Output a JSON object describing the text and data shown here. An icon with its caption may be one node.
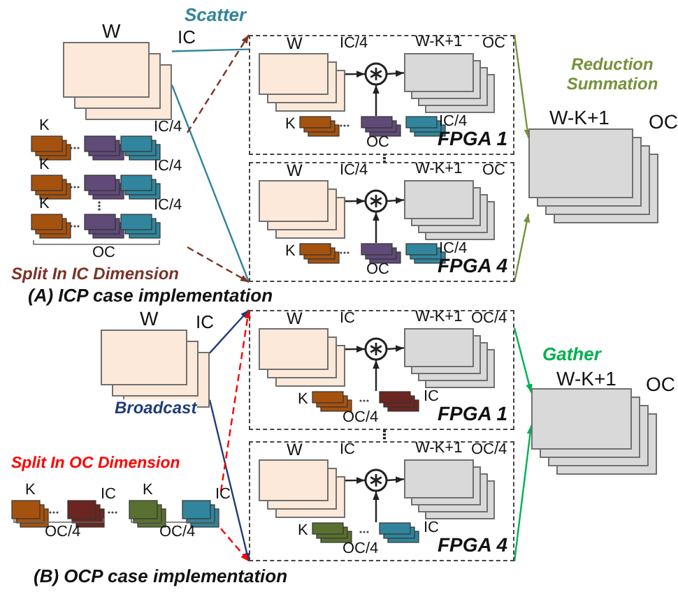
{
  "diagram": {
    "nodes": [
      {
        "text": [
          "W",
          "IC"
        ]
      },
      {
        "text": [
          "K",
          "IC/4",
          "K",
          "IC/4",
          "K",
          "IC/4",
          "OC"
        ]
      },
      {
        "text": [
          "FPGA 1"
        ]
      },
      {
        "text": [
          "W",
          "IC/4"
        ],
        "in": 2
      },
      {
        "text": [
          "K",
          "IC/4",
          "OC"
        ],
        "in": 2
      },
      {
        "text": [],
        "shape": "circle",
        "in": 2
      },
      {
        "text": [
          "W-K+1",
          "OC"
        ],
        "in": 2
      },
      {
        "text": [
          "FPGA 4"
        ]
      },
      {
        "text": [
          "W",
          "IC/4"
        ],
        "in": 7
      },
      {
        "text": [
          "K",
          "IC/4",
          "OC"
        ],
        "in": 7
      },
      {
        "text": [],
        "shape": "circle",
        "in": 7
      },
      {
        "text": [
          "W-K+1",
          "OC"
        ],
        "in": 7
      },
      {
        "text": [
          "W-K+1",
          "OC"
        ]
      },
      {
        "text": [
          "W",
          "IC"
        ]
      },
      {
        "text": [
          "K",
          "IC",
          "K",
          "IC",
          "OC/4",
          "OC/4"
        ]
      },
      {
        "text": [
          "FPGA 1"
        ]
      },
      {
        "text": [
          "W",
          "IC"
        ],
        "in": 15
      },
      {
        "text": [
          "K",
          "IC",
          "OC/4"
        ],
        "in": 15
      },
      {
        "text": [],
        "shape": "circle",
        "in": 15
      },
      {
        "text": [
          "W-K+1",
          "OC/4"
        ],
        "in": 15
      },
      {
        "text": [
          "FPGA 4"
        ]
      },
      {
        "text": [
          "W",
          "IC"
        ],
        "in": 20
      },
      {
        "text": [
          "K",
          "IC",
          "OC/4"
        ],
        "in": 20
      },
      {
        "text": [],
        "shape": "circle",
        "in": 20
      },
      {
        "text": [
          "W-K+1",
          "OC/4"
        ],
        "in": 20
      },
      {
        "text": [
          "W-K+1",
          "OC"
        ]
      }
    ],
    "edges": [
      {
        "from": 0,
        "to": 2,
        "arrow": "none",
        "label": "Scatter",
        "color": "#31849b"
      },
      {
        "from": 0,
        "to": 7,
        "arrow": "none",
        "color": "#31849b"
      },
      {
        "from": 1,
        "to": 2,
        "arrow": "to",
        "style": "dashed",
        "color": "#7b3328"
      },
      {
        "from": 1,
        "to": 7,
        "arrow": "to",
        "style": "dashed",
        "color": "#7b3328",
        "label": "Split In IC Dimension"
      },
      {
        "from": 3,
        "to": 5,
        "arrow": "to"
      },
      {
        "from": 4,
        "to": 5,
        "arrow": "to"
      },
      {
        "from": 5,
        "to": 6,
        "arrow": "to"
      },
      {
        "from": 8,
        "to": 10,
        "arrow": "to"
      },
      {
        "from": 9,
        "to": 10,
        "arrow": "to"
      },
      {
        "from": 10,
        "to": 11,
        "arrow": "to"
      },
      {
        "from": 2,
        "to": 12,
        "arrow": "to",
        "color": "#76923c",
        "label": "Reduction Summation"
      },
      {
        "from": 7,
        "to": 12,
        "arrow": "to",
        "color": "#76923c"
      },
      {
        "from": 13,
        "to": 15,
        "arrow": "to",
        "color": "#1f3d7a"
      },
      {
        "from": 13,
        "to": 20,
        "arrow": "to",
        "color": "#1f3d7a",
        "label": "Broadcast"
      },
      {
        "from": 14,
        "to": 15,
        "arrow": "to",
        "style": "dashed",
        "color": "#ff0000"
      },
      {
        "from": 14,
        "to": 20,
        "arrow": "to",
        "style": "dashed",
        "color": "#ff0000",
        "label": "Split In OC Dimension"
      },
      {
        "from": 16,
        "to": 18,
        "arrow": "to"
      },
      {
        "from": 17,
        "to": 18,
        "arrow": "to"
      },
      {
        "from": 18,
        "to": 19,
        "arrow": "to"
      },
      {
        "from": 21,
        "to": 23,
        "arrow": "to"
      },
      {
        "from": 22,
        "to": 23,
        "arrow": "to"
      },
      {
        "from": 23,
        "to": 24,
        "arrow": "to"
      },
      {
        "from": 15,
        "to": 25,
        "arrow": "to",
        "color": "#00b050",
        "label": "Gather"
      },
      {
        "from": 20,
        "to": 25,
        "arrow": "to",
        "color": "#00b050"
      }
    ],
    "labels": [
      "(A) ICP case implementation",
      "(B) OCP case implementation"
    ]
  }
}
